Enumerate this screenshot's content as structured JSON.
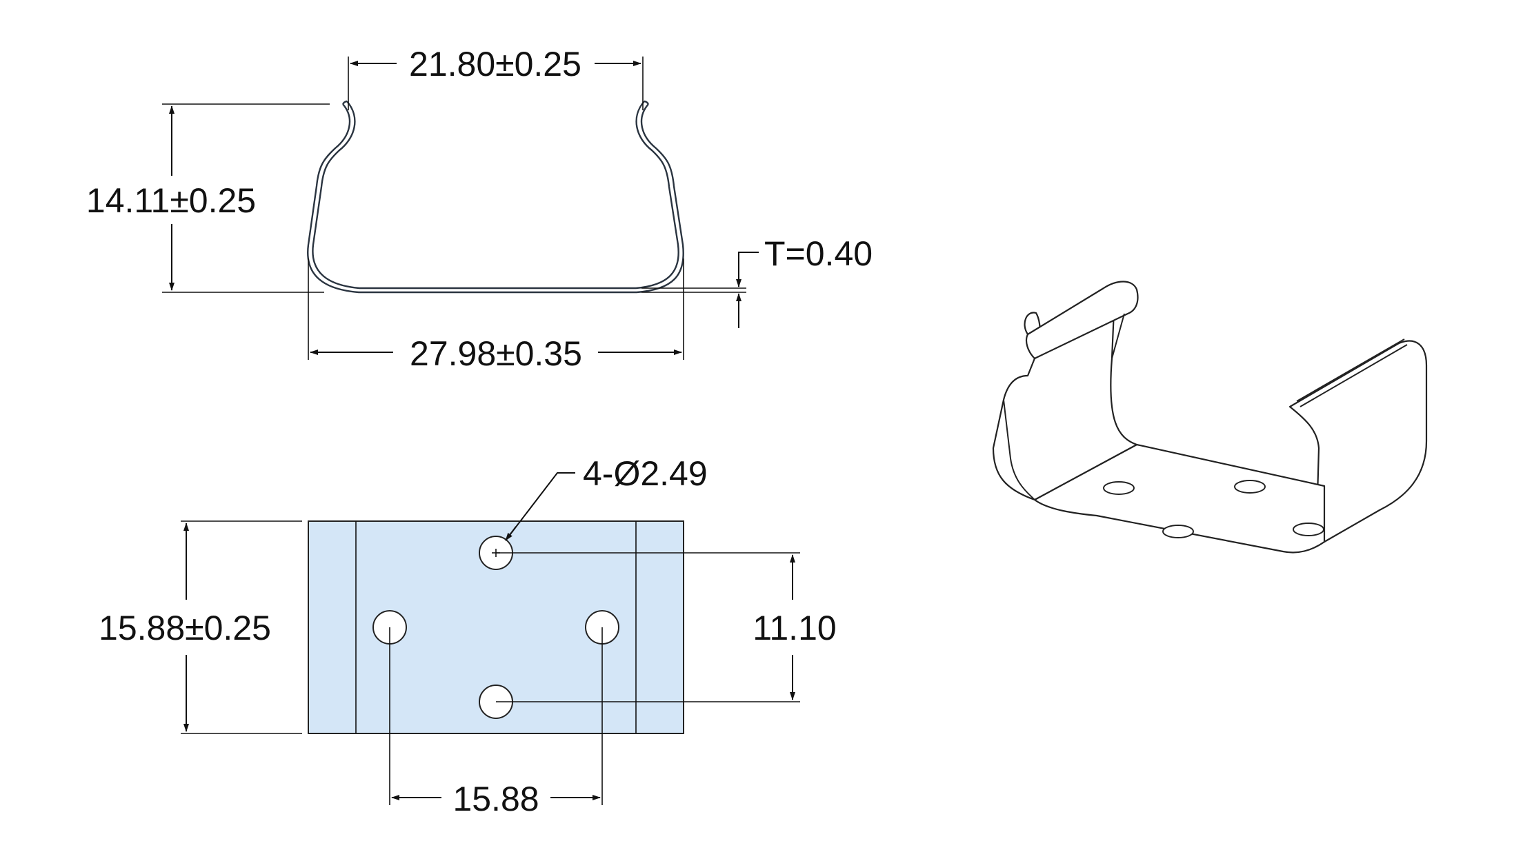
{
  "colors": {
    "line": "#111111",
    "part_fill": "#d4e6f7",
    "background": "#ffffff"
  },
  "dimensions": {
    "top_width": "21.80±0.25",
    "height": "14.11±0.25",
    "thickness": "T=0.40",
    "bottom_width": "27.98±0.35",
    "hole_callout": "4-Ø2.49",
    "part_width": "15.88±0.25",
    "hole_spacing_vertical": "11.10",
    "hole_spacing_horizontal": "15.88"
  },
  "icons": {
    "front_view": "u-channel-profile",
    "top_view": "flat-plate-with-holes",
    "isometric_view": "u-clip-3d"
  }
}
